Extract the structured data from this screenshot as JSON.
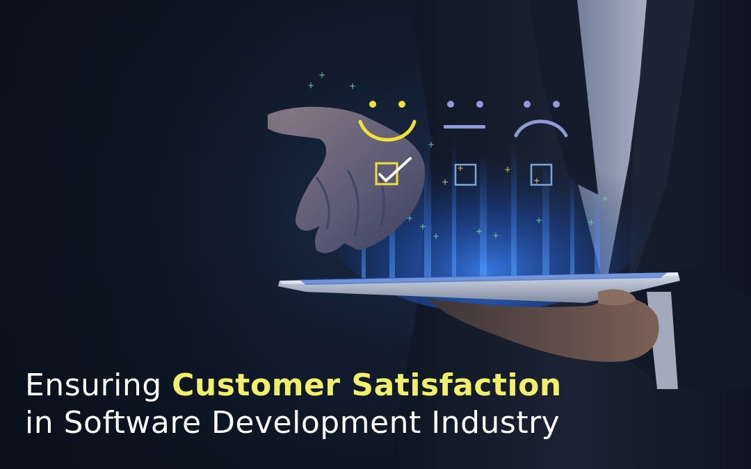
{
  "headline": {
    "line1_prefix": "Ensuring ",
    "line1_highlight": "Customer Satisfaction",
    "line2": "in Software Development Industry"
  },
  "feedback_options": [
    {
      "face": "happy-face-icon",
      "checked": true,
      "color": "#f2e03a"
    },
    {
      "face": "neutral-face-icon",
      "checked": false,
      "color": "#8f9bd8"
    },
    {
      "face": "sad-face-icon",
      "checked": false,
      "color": "#8f9bd8"
    }
  ],
  "colors": {
    "highlight": "#f2f06a",
    "text": "#ffffff",
    "background": "#111b2c",
    "hologram": "#2a6ff0"
  }
}
